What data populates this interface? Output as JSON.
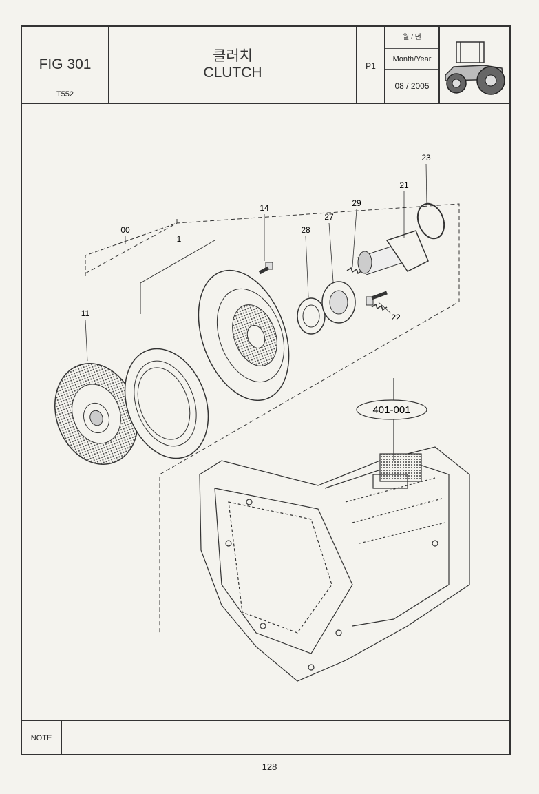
{
  "header": {
    "fig_number": "FIG 301",
    "model": "T552",
    "title_korean": "클러치",
    "title_english": "CLUTCH",
    "page": "P1",
    "date_label_korean": "월 / 년",
    "date_label": "Month/Year",
    "date_value": "08 / 2005",
    "thumbnail_icon": "tractor-icon"
  },
  "callouts": {
    "c00": "00",
    "c1": "1",
    "c11": "11",
    "c14": "14",
    "c21": "21",
    "c22": "22",
    "c23": "23",
    "c27": "27",
    "c28": "28",
    "c29": "29",
    "ref": "401-001"
  },
  "note": {
    "label": "NOTE",
    "text": ""
  },
  "footer": {
    "page_number": "128"
  }
}
